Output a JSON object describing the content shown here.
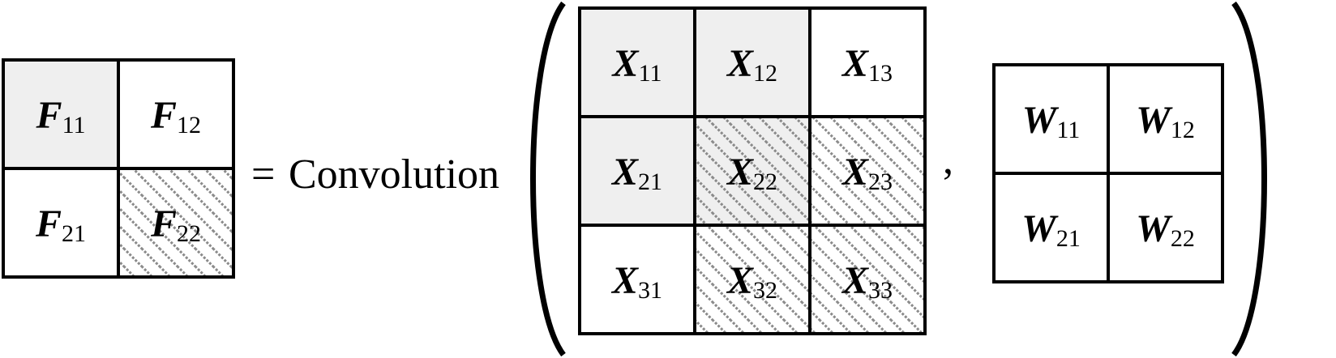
{
  "equals_sign": "=",
  "function_name": "Convolution",
  "separator": ",",
  "colors": {
    "shaded": "#efefef",
    "hatch": "#8a8a8a",
    "border": "#000000"
  },
  "matrices": {
    "F": {
      "symbol": "F",
      "cells": [
        [
          {
            "sub": "11",
            "fill": "shaded"
          },
          {
            "sub": "12",
            "fill": "none"
          }
        ],
        [
          {
            "sub": "21",
            "fill": "none"
          },
          {
            "sub": "22",
            "fill": "hatched"
          }
        ]
      ]
    },
    "X": {
      "symbol": "X",
      "cells": [
        [
          {
            "sub": "11",
            "fill": "shaded"
          },
          {
            "sub": "12",
            "fill": "shaded"
          },
          {
            "sub": "13",
            "fill": "none"
          }
        ],
        [
          {
            "sub": "21",
            "fill": "shaded"
          },
          {
            "sub": "22",
            "fill": "both"
          },
          {
            "sub": "23",
            "fill": "hatched"
          }
        ],
        [
          {
            "sub": "31",
            "fill": "none"
          },
          {
            "sub": "32",
            "fill": "hatched"
          },
          {
            "sub": "33",
            "fill": "hatched"
          }
        ]
      ]
    },
    "W": {
      "symbol": "W",
      "cells": [
        [
          {
            "sub": "11",
            "fill": "none"
          },
          {
            "sub": "12",
            "fill": "none"
          }
        ],
        [
          {
            "sub": "21",
            "fill": "none"
          },
          {
            "sub": "22",
            "fill": "none"
          }
        ]
      ]
    }
  }
}
